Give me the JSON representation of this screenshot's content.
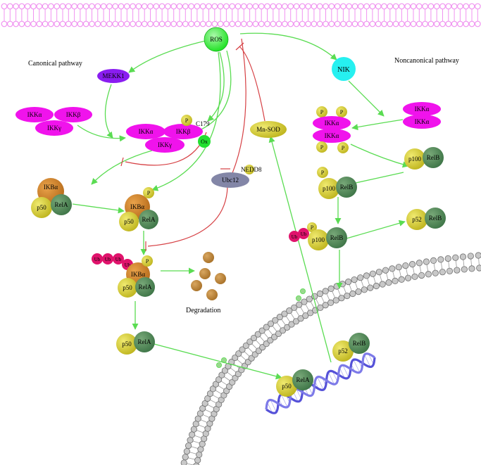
{
  "labels": {
    "canonical_pathway": "Canonical pathway",
    "noncanonical_pathway": "Noncanonical pathway",
    "ros": "ROS",
    "nik": "NIK",
    "mekk1": "MEKK1",
    "ikka": "IKKα",
    "ikkb": "IKKβ",
    "ikkg": "IKKγ",
    "ikba": "IKBα",
    "p": "P",
    "ox": "Ox",
    "c179": "C179",
    "nedd8": "NEDD8",
    "ubc12": "Ubc12",
    "mnsod": "Mn-SOD",
    "p50": "p50",
    "rela": "RelA",
    "p100": "p100",
    "relb": "RelB",
    "p52": "p52",
    "ub": "Ub",
    "degradation": "Degradation"
  },
  "colors": {
    "membrane": "#F093F0",
    "ikk": "#F013EC",
    "mekk1": "#8A1DF0",
    "nik": "#26F0F0",
    "ros": "#18E01C",
    "ox": "#22E030",
    "yellow": "#D7CF2C",
    "relgreen": "#4E8B57",
    "ikba": "#D5892B",
    "ub": "#E0136C",
    "ubc12": "#8386A7",
    "degradation": "#C08A3A",
    "activation_arrow": "#5ADC52",
    "inhibition": "#D64044",
    "nuclear_membrane": "#9A9A9A",
    "dna": "#5551D8"
  }
}
